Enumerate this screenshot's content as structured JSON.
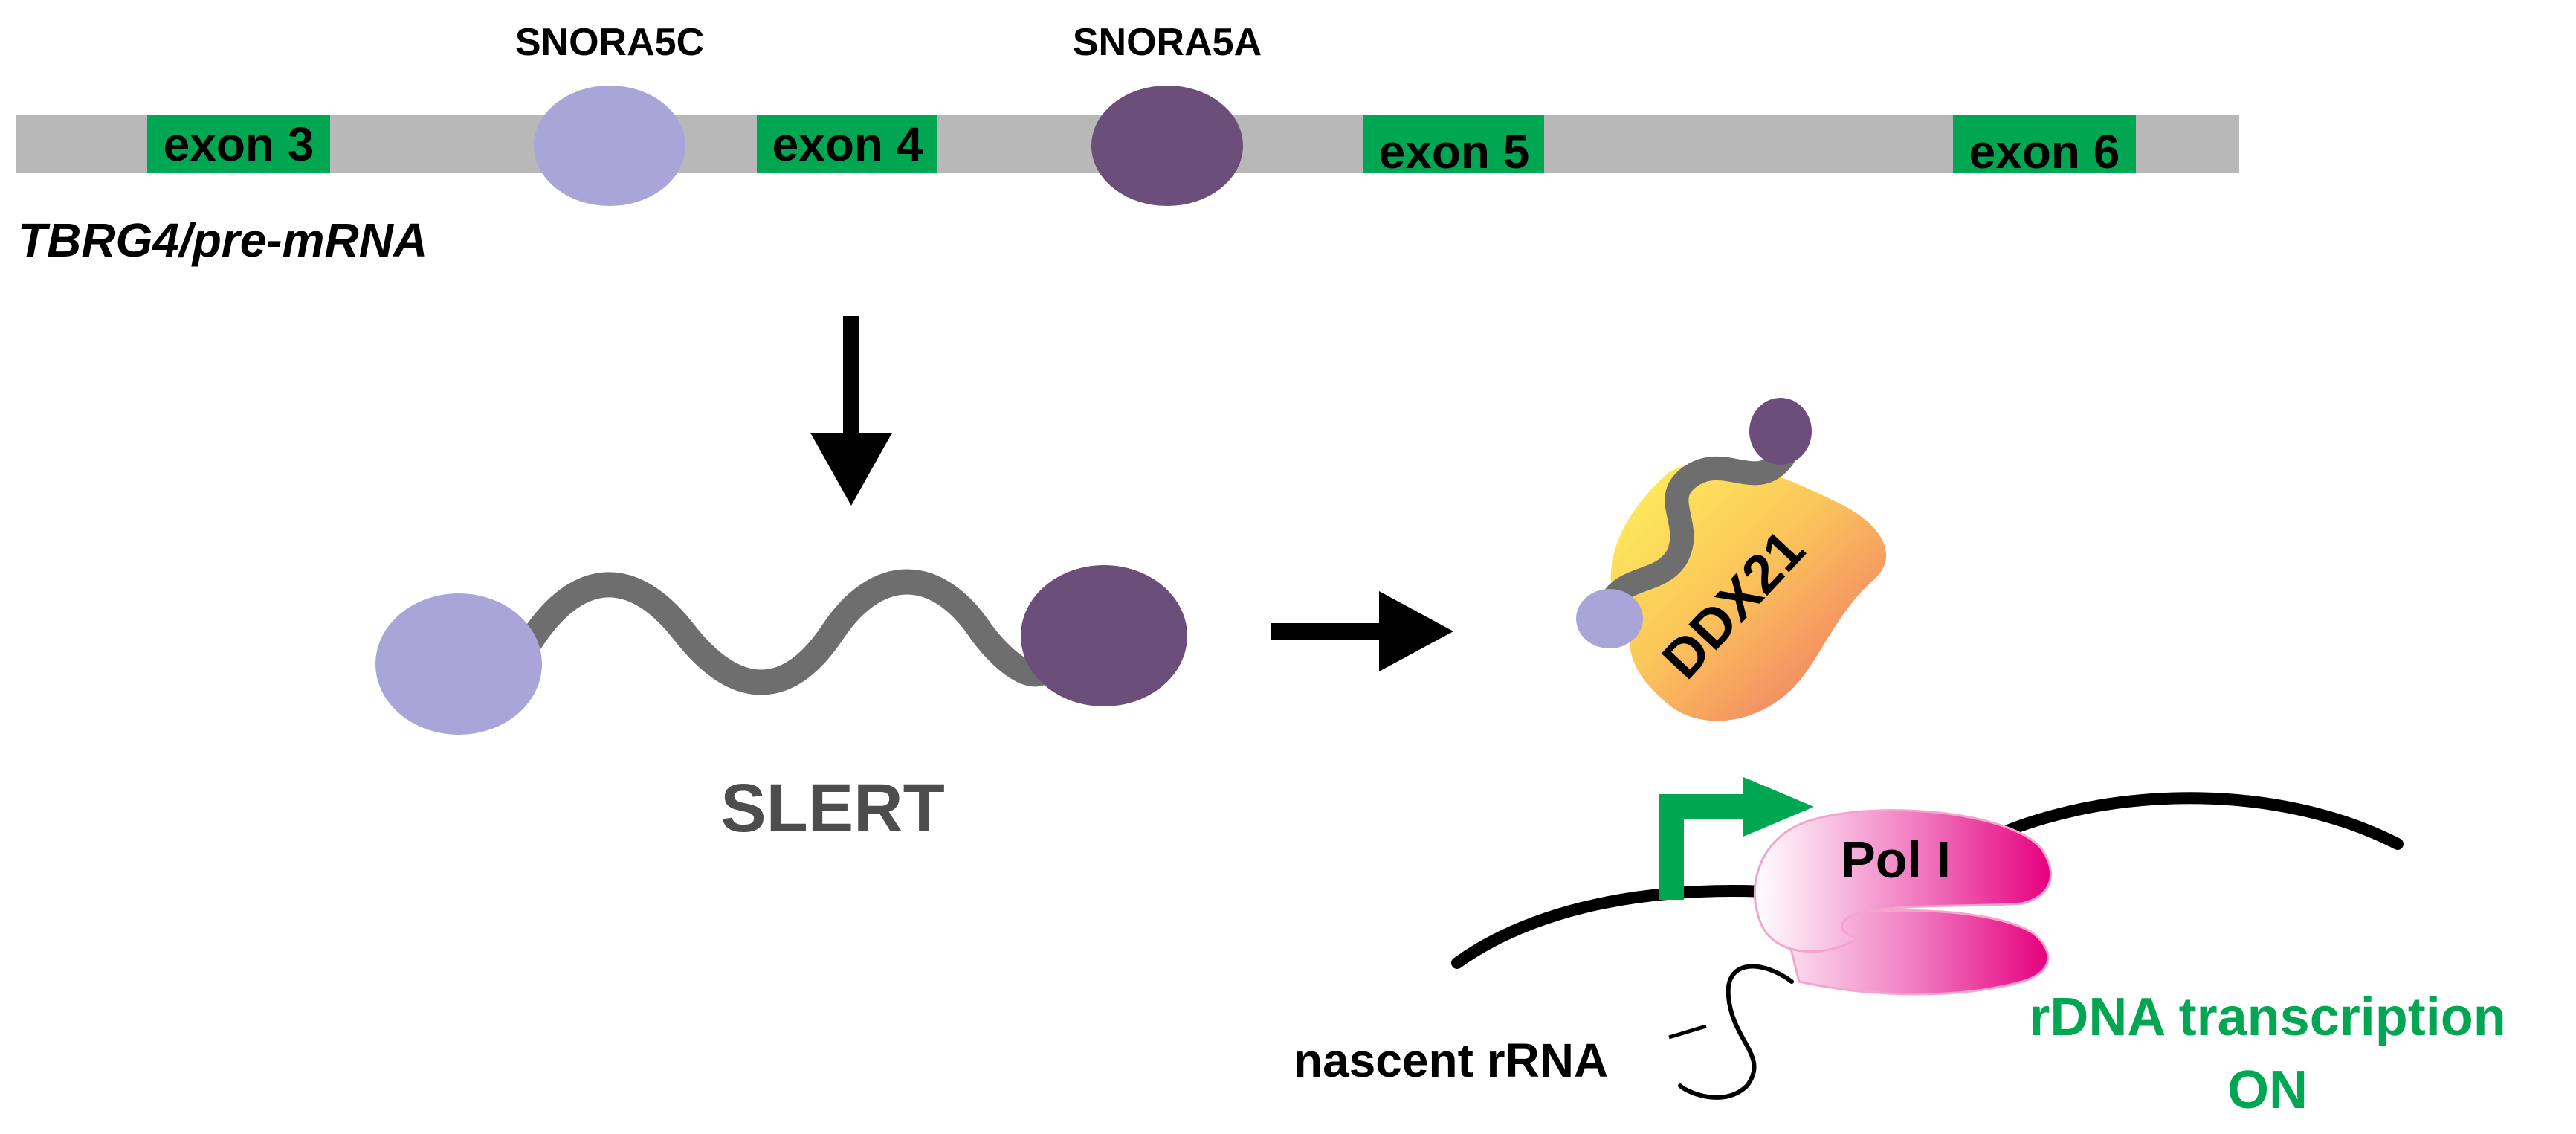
{
  "gene": {
    "name": "TBRG4/pre-mRNA",
    "exons": [
      {
        "label": "exon 3"
      },
      {
        "label": "exon 4"
      },
      {
        "label": "exon 5"
      },
      {
        "label": "exon 6"
      }
    ],
    "snornas": [
      {
        "label": "SNORA5C"
      },
      {
        "label": "SNORA5A"
      }
    ]
  },
  "product": {
    "name": "SLERT"
  },
  "complex": {
    "protein": "DDX21",
    "polymerase": "Pol I",
    "rna_label": "nascent rRNA",
    "outcome_line1": "rDNA transcription",
    "outcome_line2": "ON"
  },
  "colors": {
    "bar": "#b8b8b8",
    "exon": "#00a651",
    "snora5c": "#a9a5d9",
    "snora5a": "#6b4e7a",
    "linker": "#6e6e6e",
    "arrow": "#000000",
    "slert_text": "#4d4d4d",
    "outcome_text": "#00a651",
    "promoter_arrow": "#00a651",
    "ddx21_light": "#fff05a",
    "ddx21_dark": "#f0746a",
    "pol_light": "#ffffff",
    "pol_dark": "#e6007e"
  }
}
